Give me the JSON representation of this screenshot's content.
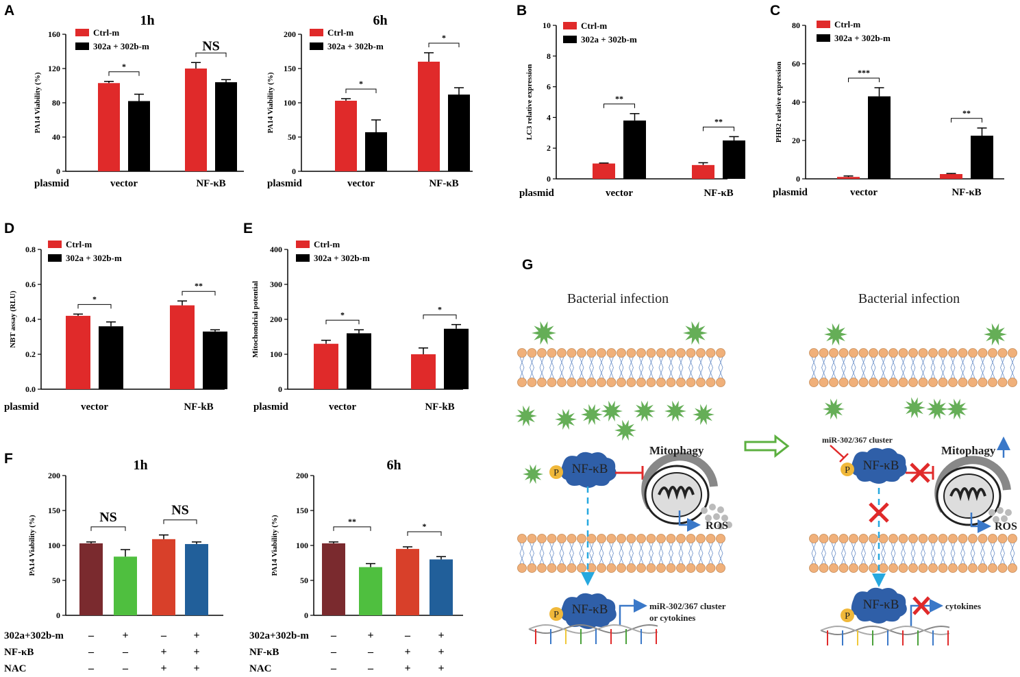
{
  "panel_labels": {
    "A": "A",
    "B": "B",
    "C": "C",
    "D": "D",
    "E": "E",
    "F": "F",
    "G": "G"
  },
  "chart_data": [
    {
      "id": "A1",
      "type": "bar",
      "title": "1h",
      "ylabel": "PA14 Viability (%)",
      "ylim": [
        0,
        160
      ],
      "yticks": [
        0,
        40,
        80,
        120,
        160
      ],
      "row_label": "plasmid",
      "categories": [
        "vector",
        "NF-κB"
      ],
      "series": [
        {
          "name": "Ctrl-m",
          "color": "#e02a2a",
          "values": [
            103,
            120
          ],
          "errors": [
            2,
            7
          ]
        },
        {
          "name": "302a + 302b-m",
          "color": "#000000",
          "values": [
            82,
            104
          ],
          "errors": [
            8,
            3
          ]
        }
      ],
      "significance": [
        "*",
        "NS"
      ],
      "legend": "top-left"
    },
    {
      "id": "A2",
      "type": "bar",
      "title": "6h",
      "ylabel": "PA14 Viability (%)",
      "ylim": [
        0,
        200
      ],
      "yticks": [
        0,
        50,
        100,
        150,
        200
      ],
      "row_label": "plasmid",
      "categories": [
        "vector",
        "NF-κB"
      ],
      "series": [
        {
          "name": "Ctrl-m",
          "color": "#e02a2a",
          "values": [
            103,
            160
          ],
          "errors": [
            3,
            13
          ]
        },
        {
          "name": "302a + 302b-m",
          "color": "#000000",
          "values": [
            57,
            112
          ],
          "errors": [
            18,
            10
          ]
        }
      ],
      "significance": [
        "*",
        "*"
      ],
      "legend": "top-left"
    },
    {
      "id": "B",
      "type": "bar",
      "title": "",
      "ylabel": "LC3 relative expression",
      "ylim": [
        0,
        10
      ],
      "yticks": [
        0,
        2,
        4,
        6,
        8,
        10
      ],
      "row_label": "plasmid",
      "categories": [
        "vector",
        "NF-κB"
      ],
      "series": [
        {
          "name": "Ctrl-m",
          "color": "#e02a2a",
          "values": [
            1.0,
            0.9
          ],
          "errors": [
            0.03,
            0.15
          ]
        },
        {
          "name": "302a + 302b-m",
          "color": "#000000",
          "values": [
            3.8,
            2.5
          ],
          "errors": [
            0.45,
            0.25
          ]
        }
      ],
      "significance": [
        "**",
        "**"
      ],
      "legend": "top-left"
    },
    {
      "id": "C",
      "type": "bar",
      "title": "",
      "ylabel": "PHB2 relative expression",
      "ylim": [
        0,
        80
      ],
      "yticks": [
        0,
        20,
        40,
        60,
        80
      ],
      "row_label": "plasmid",
      "categories": [
        "vector",
        "NF-κB"
      ],
      "series": [
        {
          "name": "Ctrl-m",
          "color": "#e02a2a",
          "values": [
            1,
            2.5
          ],
          "errors": [
            0.5,
            0.3
          ]
        },
        {
          "name": "302a + 302b-m",
          "color": "#000000",
          "values": [
            43,
            22.5
          ],
          "errors": [
            4.5,
            4
          ]
        }
      ],
      "significance": [
        "***",
        "**"
      ],
      "legend": "top-left"
    },
    {
      "id": "D",
      "type": "bar",
      "title": "",
      "ylabel": "NBT assay (RLU)",
      "ylim": [
        0,
        0.8
      ],
      "yticks": [
        "0.0",
        "0.2",
        "0.4",
        "0.6",
        "0.8"
      ],
      "row_label": "plasmid",
      "categories": [
        "vector",
        "NF-kB"
      ],
      "series": [
        {
          "name": "Ctrl-m",
          "color": "#e02a2a",
          "values": [
            0.42,
            0.48
          ],
          "errors": [
            0.01,
            0.025
          ]
        },
        {
          "name": "302a + 302b-m",
          "color": "#000000",
          "values": [
            0.36,
            0.33
          ],
          "errors": [
            0.025,
            0.01
          ]
        }
      ],
      "significance": [
        "*",
        "**"
      ],
      "legend": "top-left"
    },
    {
      "id": "E",
      "type": "bar",
      "title": "",
      "ylabel": "Mitochondrial potential",
      "ylim": [
        0,
        400
      ],
      "yticks": [
        0,
        100,
        200,
        300,
        400
      ],
      "row_label": "plasmid",
      "categories": [
        "vector",
        "NF-kB"
      ],
      "series": [
        {
          "name": "Ctrl-m",
          "color": "#e02a2a",
          "values": [
            130,
            100
          ],
          "errors": [
            10,
            18
          ]
        },
        {
          "name": "302a + 302b-m",
          "color": "#000000",
          "values": [
            160,
            173
          ],
          "errors": [
            10,
            12
          ]
        }
      ],
      "significance": [
        "*",
        "*"
      ],
      "legend": "top-left"
    },
    {
      "id": "F1",
      "type": "bar",
      "title": "1h",
      "ylabel": "PA14 Viability (%)",
      "ylim": [
        0,
        200
      ],
      "yticks": [
        0,
        50,
        100,
        150,
        200
      ],
      "bars": [
        {
          "value": 103,
          "error": 2,
          "color": "#7a2a2e"
        },
        {
          "value": 84,
          "error": 10,
          "color": "#4fbf3f"
        },
        {
          "value": 109,
          "error": 6,
          "color": "#d8402a"
        },
        {
          "value": 102,
          "error": 3,
          "color": "#215f9a"
        }
      ],
      "significance": [
        "NS",
        "NS"
      ],
      "conditions": [
        {
          "label": "302a+302b-m",
          "signs": [
            "–",
            "+",
            "–",
            "+"
          ]
        },
        {
          "label": "NF-κB",
          "signs": [
            "–",
            "–",
            "+",
            "+"
          ]
        },
        {
          "label": "NAC",
          "signs": [
            "–",
            "–",
            "+",
            "+"
          ]
        }
      ]
    },
    {
      "id": "F2",
      "type": "bar",
      "title": "6h",
      "ylabel": "PA14 Viability (%)",
      "ylim": [
        0,
        200
      ],
      "yticks": [
        0,
        50,
        100,
        150,
        200
      ],
      "bars": [
        {
          "value": 103,
          "error": 2,
          "color": "#7a2a2e"
        },
        {
          "value": 69,
          "error": 5,
          "color": "#4fbf3f"
        },
        {
          "value": 95,
          "error": 3,
          "color": "#d8402a"
        },
        {
          "value": 80,
          "error": 4,
          "color": "#215f9a"
        }
      ],
      "significance": [
        "**",
        "*"
      ],
      "conditions": [
        {
          "label": "302a+302b-m",
          "signs": [
            "–",
            "+",
            "–",
            "+"
          ]
        },
        {
          "label": "NF-κB",
          "signs": [
            "–",
            "–",
            "+",
            "+"
          ]
        },
        {
          "label": "NAC",
          "signs": [
            "–",
            "–",
            "+",
            "+"
          ]
        }
      ]
    }
  ],
  "schematic": {
    "left_title": "Bacterial infection",
    "right_title": "Bacterial infection",
    "nfkb": "NF-κB",
    "p": "P",
    "mitophagy": "Mitophagy",
    "ros": "ROS",
    "mir_cluster": "miR-302/367 cluster",
    "left_output_1": "miR-302/367 cluster",
    "left_output_2": "or cytokines",
    "right_output": "cytokines",
    "colors": {
      "bacteria": "#4aa03a",
      "nfkb": "#2f5fa8",
      "phos": "#f0b83a",
      "membrane": "#f0b07a",
      "inhibit": "#e02a2a",
      "arrow": "#3a78c8",
      "transit": "#26a8df",
      "transition": "#5cb040"
    }
  }
}
